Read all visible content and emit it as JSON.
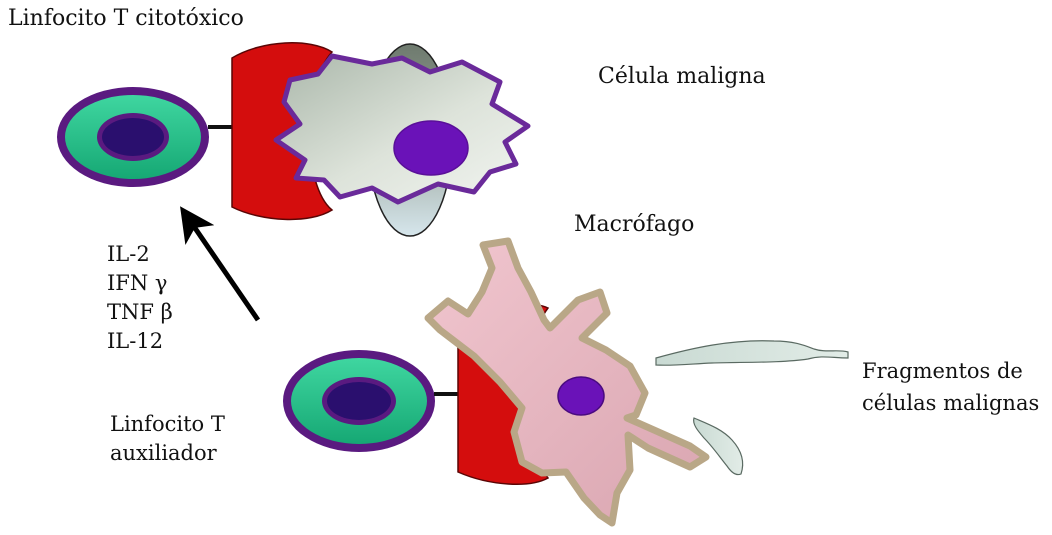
{
  "labels": {
    "cytotoxic_t": "Linfocito T citotóxico",
    "malignant_cell": "Célula maligna",
    "macrophage": "Macrófago",
    "cytokines": [
      "IL-2",
      "IFN γ",
      "TNF  β",
      "IL-12"
    ],
    "helper_t_line1": "Linfocito T",
    "helper_t_line2": "auxiliador",
    "fragments_line1": "Fragmentos de",
    "fragments_line2": "células malignas"
  },
  "colors": {
    "lymphocyte_outer": "#5a1a80",
    "lymphocyte_ring": "#1fbf8a",
    "lymphocyte_nucleus": "#2a0f6e",
    "receptor_red": "#d40d0d",
    "malignant_body": "#c9d1c6",
    "malignant_outline": "#6a2a9a",
    "nucleus_purple": "#6a12b8",
    "mhc_oval_top": "#6e7a6e",
    "mhc_oval_bottom": "#d6e6ec",
    "macrophage_body": "#e7b9c2",
    "macrophage_outline": "#b9a787",
    "fragment_fill": "#d5e2dc"
  }
}
